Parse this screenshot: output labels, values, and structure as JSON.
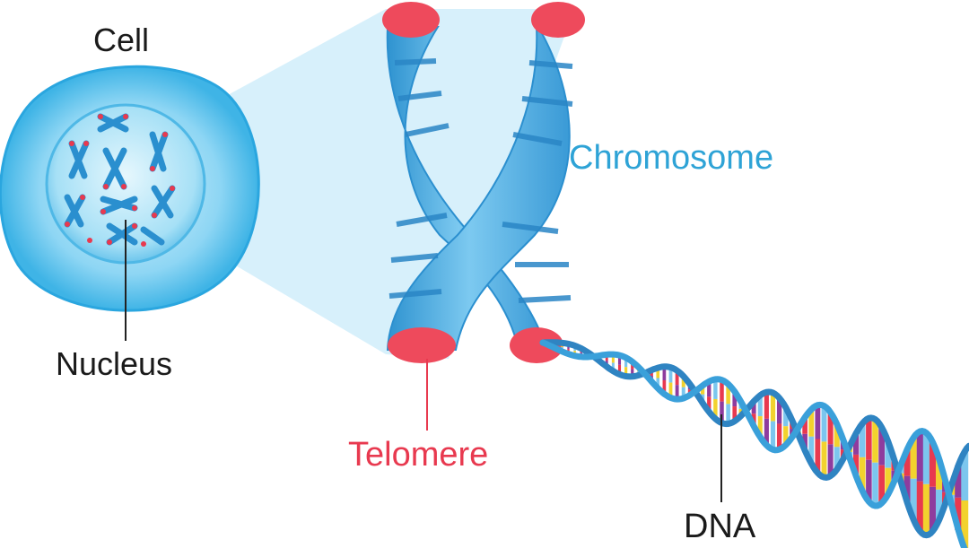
{
  "labels": {
    "cell": "Cell",
    "nucleus": "Nucleus",
    "chromosome": "Chromosome",
    "telomere": "Telomere",
    "dna": "DNA"
  },
  "colors": {
    "chromosome_blue": "#56b6e8",
    "chromosome_band": "#2b8fcf",
    "telomere_red": "#ee4a5c",
    "cell_outer": "#3fb4e6",
    "nucleus": "#7dcdf0",
    "dna_backbone": "#2f84c2",
    "dna_base_colors": [
      "#e8394f",
      "#f2d22e",
      "#8e3c9e",
      "#7cc6ee"
    ]
  }
}
